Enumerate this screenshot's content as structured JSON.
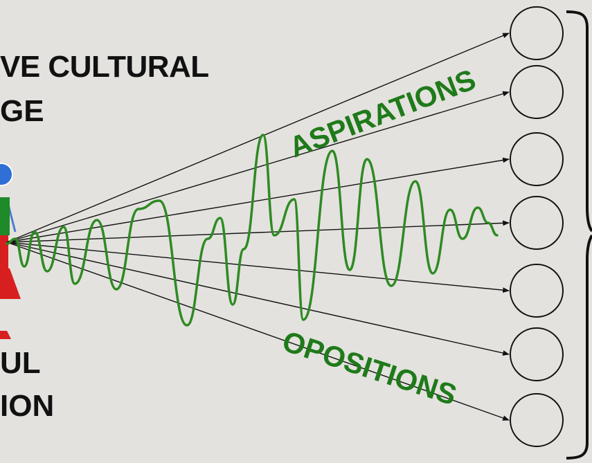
{
  "heading": {
    "line1": "VE CULTURAL",
    "line2": "GE"
  },
  "footer_text": {
    "line1": "UL",
    "line2": "ION"
  },
  "labels": {
    "aspirations": "ASPIRATIONS",
    "opositions": "OPOSITIONS"
  },
  "colors": {
    "background": "#e3e2de",
    "wave": "#2e8a23",
    "label": "#1f7a1a",
    "arrow": "#111111",
    "person_head": "#2f6fd6",
    "person_green": "#1f8a2a",
    "person_red": "#d81f1f"
  },
  "targets_count": 7
}
